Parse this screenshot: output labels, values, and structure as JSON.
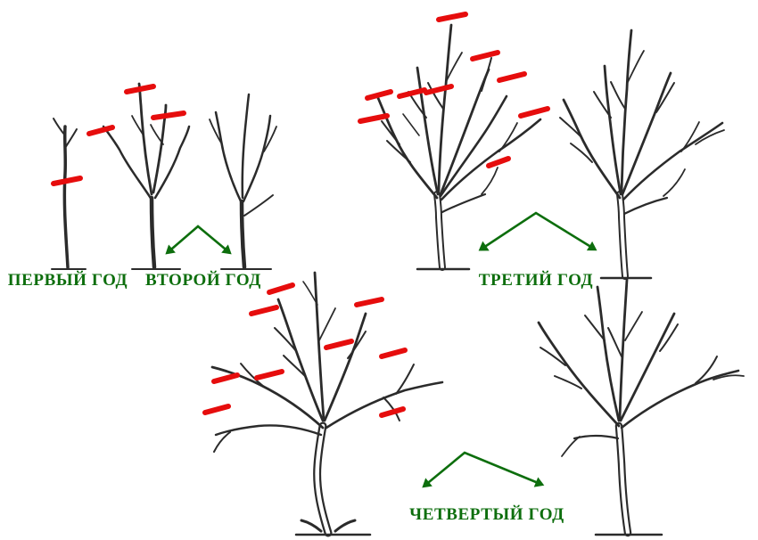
{
  "figure": {
    "type": "fruit-tree-pruning-by-year",
    "stages": [
      {
        "id": "year-1",
        "label": "ПЕРВЫЙ ГОД"
      },
      {
        "id": "year-2",
        "label": "ВТОРОЙ ГОД"
      },
      {
        "id": "year-3",
        "label": "ТРЕТИЙ ГОД"
      },
      {
        "id": "year-4",
        "label": "ЧЕТВЕРТЫЙ ГОД"
      }
    ]
  },
  "colors": {
    "background": "#ffffff",
    "tree_line": "#2b2b2b",
    "cut_mark": "#e60d0d",
    "arrow": "#0d6e0d",
    "label_text": "#0d6e0d"
  }
}
